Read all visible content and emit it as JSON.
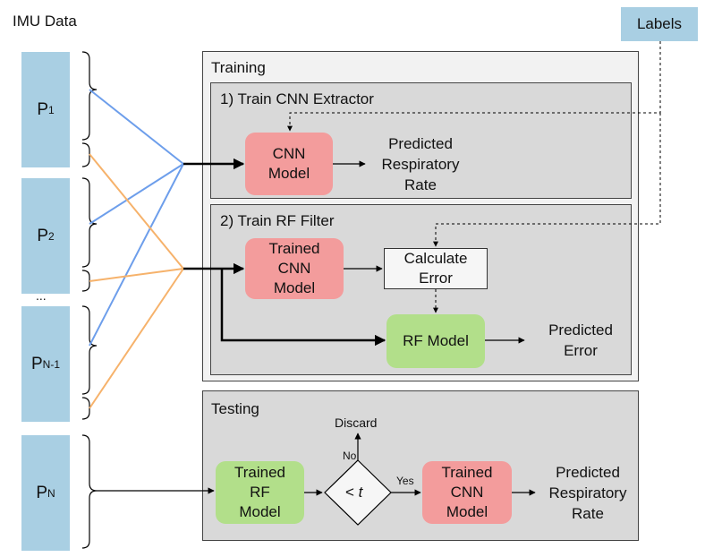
{
  "imu_title": "IMU Data",
  "labels_box": "Labels",
  "participants": [
    {
      "base": "P",
      "sub": "1"
    },
    {
      "base": "P",
      "sub": "2"
    },
    {
      "base": "P",
      "sub": "N-1"
    },
    {
      "base": "P",
      "sub": "N"
    }
  ],
  "ellipsis": "...",
  "training": {
    "title": "Training",
    "step1": {
      "title": "1) Train CNN Extractor",
      "model": "CNN\nModel",
      "output": "Predicted\nRespiratory\nRate"
    },
    "step2": {
      "title": "2) Train RF Filter",
      "model": "Trained\nCNN\nModel",
      "calc": "Calculate\nError",
      "rf": "RF Model",
      "output": "Predicted\nError"
    }
  },
  "testing": {
    "title": "Testing",
    "rf": "Trained\nRF\nModel",
    "decision_symbol": "< ",
    "decision_var": "t",
    "discard": "Discard",
    "no": "No",
    "yes": "Yes",
    "cnn": "Trained\nCNN\nModel",
    "output": "Predicted\nRespiratory\nRate"
  },
  "colors": {
    "participant_fill": "#a9cfe3",
    "cnn_fill": "#f39c9c",
    "rf_fill": "#b2df8a",
    "outer_panel": "#f2f2f2",
    "inner_panel": "#d9d9d9",
    "blue_line": "#6d9eeb",
    "orange_line": "#f6b26b"
  }
}
